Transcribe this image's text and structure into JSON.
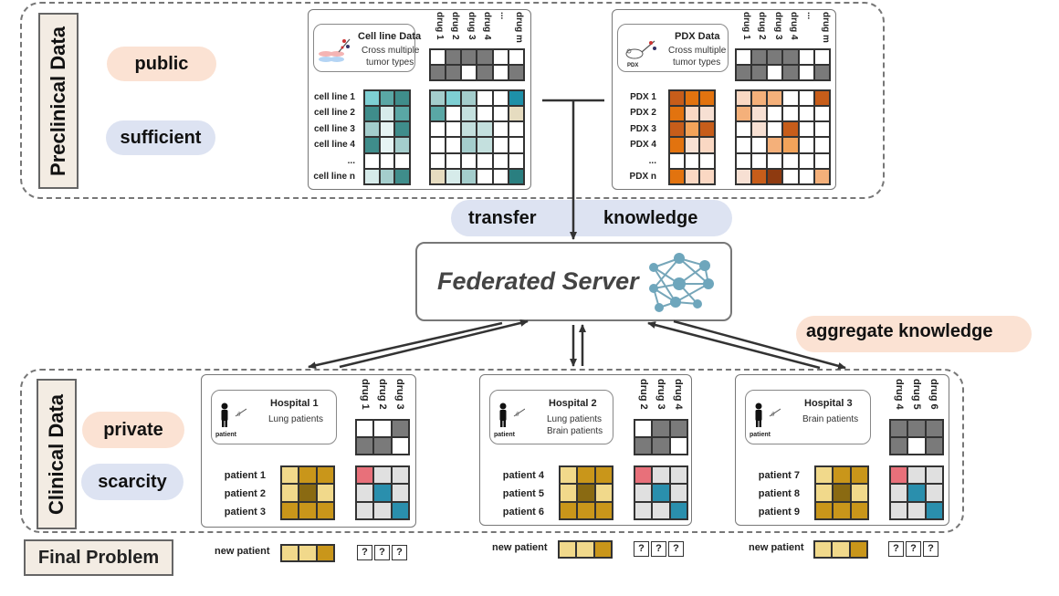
{
  "preclinical": {
    "title": "Preclinical Data",
    "tags": [
      "public",
      "sufficient"
    ],
    "cell_line": {
      "title": "Cell line Data",
      "subtitle_1": "Cross multiple",
      "subtitle_2": "tumor types",
      "drugs": [
        "drug 1",
        "drug 2",
        "drug 3",
        "drug 4",
        "...",
        "drug m"
      ],
      "rows": [
        "cell line 1",
        "cell line 2",
        "cell line 3",
        "cell line 4",
        "...",
        "cell line n"
      ]
    },
    "pdx": {
      "title": "PDX Data",
      "icon_label": "PDX",
      "subtitle_1": "Cross multiple",
      "subtitle_2": "tumor types",
      "drugs": [
        "drug 1",
        "drug 2",
        "drug 3",
        "drug 4",
        "...",
        "drug m"
      ],
      "rows": [
        "PDX 1",
        "PDX 2",
        "PDX 3",
        "PDX 4",
        "...",
        "PDX n"
      ]
    }
  },
  "transfer_label": "transfer",
  "knowledge_label": "knowledge",
  "server_label": "Federated Server",
  "aggregate_label": "aggregate knowledge",
  "clinical": {
    "title": "Clinical Data",
    "tags": [
      "private",
      "scarcity"
    ],
    "patient_icon_label": "patient",
    "hospitals": [
      {
        "name": "Hospital 1",
        "patients_line1": "Lung patients",
        "patients_line2": "",
        "drugs": [
          "drug 1",
          "drug 2",
          "drug 3"
        ],
        "rows": [
          "patient 1",
          "patient 2",
          "patient 3"
        ]
      },
      {
        "name": "Hospital 2",
        "patients_line1": "Lung patients",
        "patients_line2": "Brain patients",
        "drugs": [
          "drug 2",
          "drug 3",
          "drug 4"
        ],
        "rows": [
          "patient 4",
          "patient 5",
          "patient 6"
        ]
      },
      {
        "name": "Hospital 3",
        "patients_line1": "Brain patients",
        "patients_line2": "",
        "drugs": [
          "drug 4",
          "drug 5",
          "drug 6"
        ],
        "rows": [
          "patient 7",
          "patient 8",
          "patient 9"
        ]
      }
    ]
  },
  "final_problem": {
    "title": "Final Problem",
    "new_patient_label": "new patient",
    "unknown": [
      "?",
      "?",
      "?"
    ]
  },
  "colors": {
    "teal": [
      "#7ecfd3",
      "#5aa7a5",
      "#3f8d8b",
      "#2a7f80",
      "#a4cdcc",
      "#d6ebea",
      "#e6f4f4",
      "#c4e0de",
      "#1e90a8"
    ],
    "orange": [
      "#e2730f",
      "#c75d1a",
      "#f2a35a",
      "#f4b07a",
      "#fad8c3",
      "#f7e0d3",
      "#8e3a10"
    ],
    "gold": [
      "#c9961a",
      "#f1d98b",
      "#8a6a12",
      "#f6e3a8"
    ],
    "grey": "#7a7a7a",
    "red": "#e8707a",
    "blue": "#2a8fad",
    "cell_light": "#e0e0e0"
  }
}
